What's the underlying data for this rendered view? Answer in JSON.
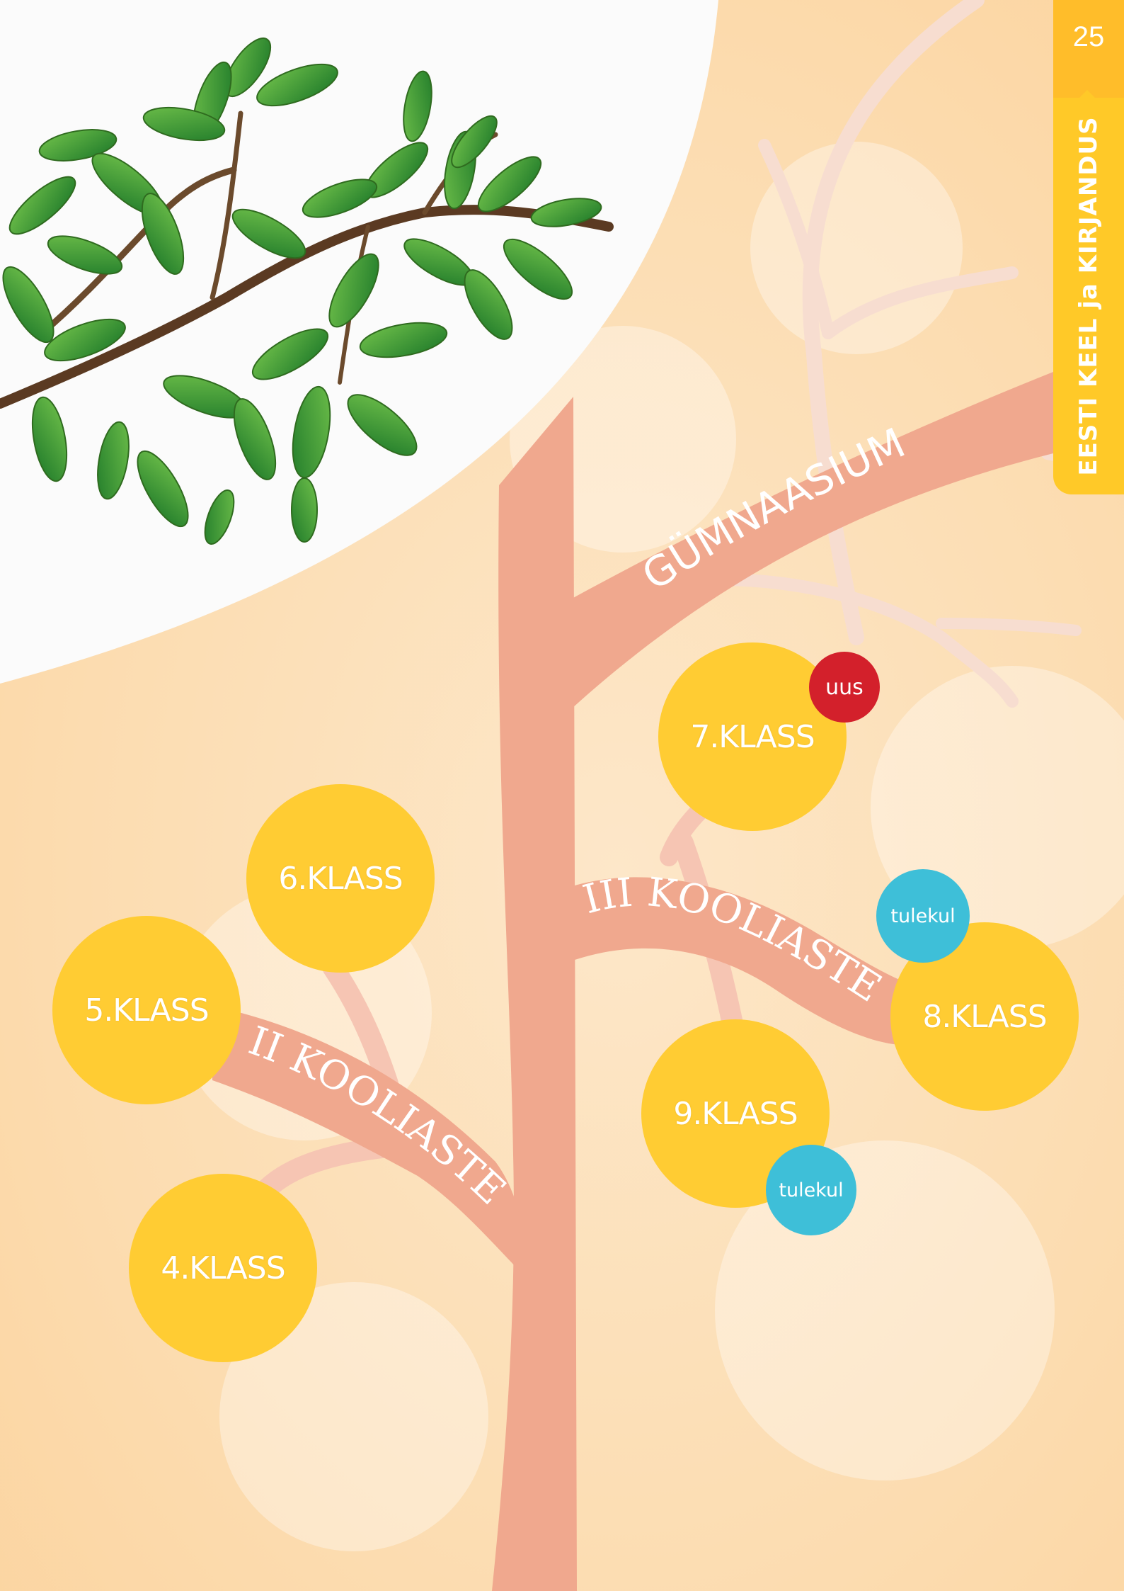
{
  "page_number": "25",
  "subject_label": "EESTI KEEL ja KIRJANDUS",
  "branches": {
    "gymnasium": "GÜMNAASIUM",
    "stage_3": "III KOOLIASTE",
    "stage_2": "II KOOLIASTE"
  },
  "grades": {
    "grade_4": "4.KLASS",
    "grade_5": "5.KLASS",
    "grade_6": "6.KLASS",
    "grade_7": "7.KLASS",
    "grade_8": "8.KLASS",
    "grade_9": "9.KLASS"
  },
  "badges": {
    "grade_7": "uus",
    "grade_8": "tulekul",
    "grade_9": "tulekul"
  },
  "colors": {
    "background": "#fbe3c4",
    "trunk": "#f0a88e",
    "grade_circle": "#ffcc33",
    "badge_new": "#d3202b",
    "badge_upcoming": "#3ebfd8",
    "side_tab": "#ffc928"
  }
}
